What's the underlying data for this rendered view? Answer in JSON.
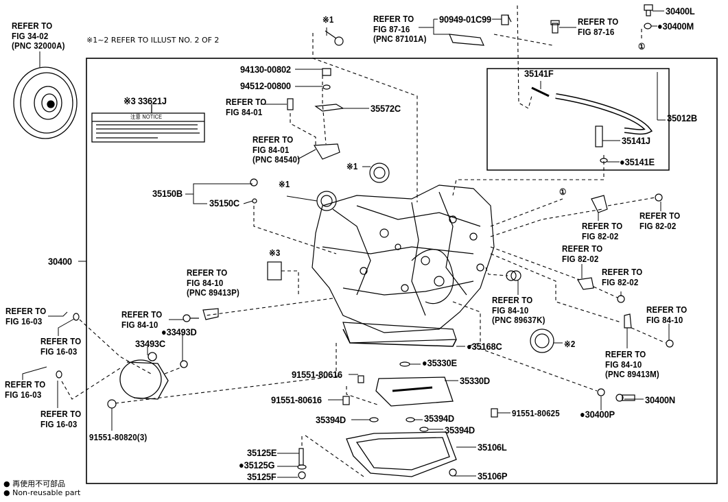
{
  "header_note": "※1~2 REFER TO ILLUST NO. 2 OF 2",
  "legend": {
    "jp": "● 再使用不可部品",
    "en": "● Non-reusable part"
  },
  "callouts": {
    "ref_34_02": "REFER TO\nFIG 34-02\n(PNC 32000A)",
    "star1_top": "※1",
    "ref_87_16_a": "REFER TO\nFIG 87-16\n(PNC 87101A)",
    "p90949": "90949-01C99",
    "ref_87_16_b": "REFER TO\nFIG 87-16",
    "p30400L": "30400L",
    "p30400M": "●30400M",
    "circ1_top": "①",
    "p94130": "94130-00802",
    "p94512": "94512-00800",
    "p33621J": "※3 33621J",
    "notice": "注意 NOTICE",
    "ref_84_01_a": "REFER TO\nFIG 84-01",
    "p35572C": "35572C",
    "p35141F": "35141F",
    "p35012B": "35012B",
    "p35141J": "35141J",
    "p35141E": "●35141E",
    "ref_84_01_b": "REFER TO\nFIG 84-01\n(PNC 84540)",
    "star1_mid": "※1",
    "p35150B": "35150B",
    "p35150C": "35150C",
    "star1_left": "※1",
    "circ1_mid": "①",
    "ref_82_02_a": "REFER TO\nFIG 82-02",
    "ref_82_02_b": "REFER TO\nFIG 82-02",
    "ref_82_02_c": "REFER TO\nFIG 82-02",
    "ref_82_02_d": "REFER TO\nFIG 82-02",
    "p30400": "30400",
    "star3": "※3",
    "ref_84_10_p": "REFER TO\nFIG 84-10\n(PNC 89413P)",
    "ref_84_10_k": "REFER TO\nFIG 84-10\n(PNC 89637K)",
    "ref_84_10_r": "REFER TO\nFIG 84-10",
    "ref_16_03_a": "REFER TO\nFIG 16-03",
    "ref_84_10_l": "REFER TO\nFIG 84-10",
    "p33493D": "●33493D",
    "ref_16_03_b": "REFER TO\nFIG 16-03",
    "p33493C": "33493C",
    "p35168C": "●35168C",
    "star2": "※2",
    "ref_84_10_m": "REFER TO\nFIG 84-10\n(PNC 89413M)",
    "p35330E": "●35330E",
    "p91551_80616_a": "91551-80616",
    "p35330D": "35330D",
    "ref_16_03_c": "REFER TO\nFIG 16-03",
    "p91551_80616_b": "91551-80616",
    "p30400N": "30400N",
    "ref_16_03_d": "REFER TO\nFIG 16-03",
    "p30400P": "●30400P",
    "p91551_80625": "91551-80625",
    "p35394D_a": "35394D",
    "p35394D_b": "35394D",
    "p35394D_c": "35394D",
    "p91551_80820": "91551-80820(3)",
    "p35125E": "35125E",
    "p35106L": "35106L",
    "p35125G": "●35125G",
    "p35125F": "35125F",
    "p35106P": "35106P"
  }
}
